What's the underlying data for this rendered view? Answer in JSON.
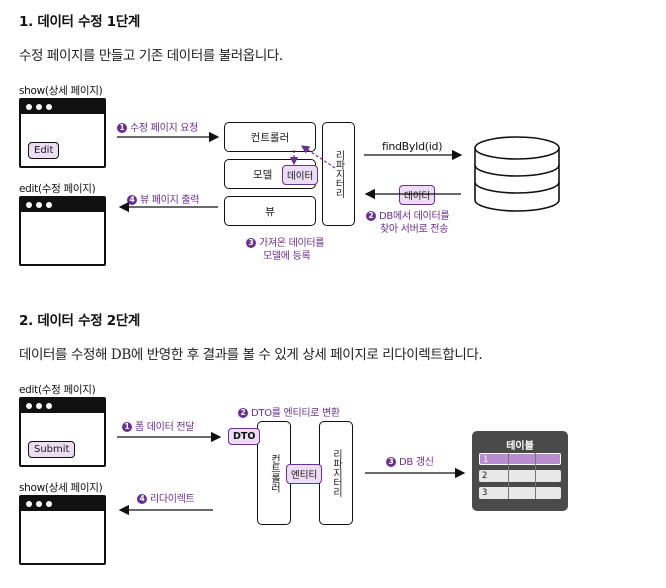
{
  "section1": {
    "title": "1. 데이터 수정 1단계",
    "desc": "수정 페이지를 만들고 기존 데이터를 불러옵니다.",
    "show_window_label": "show(상세 페이지)",
    "edit_button": "Edit",
    "edit_window_label": "edit(수정 페이지)",
    "step1": "수정 페이지 요청",
    "step4": "뷰 페이지 출력",
    "controller": "컨트롤러",
    "model": "모델",
    "view": "뷰",
    "repository": "리파지터리",
    "data_tag_model": "데이터",
    "data_tag_db": "데이터",
    "find_method": "findById(id)",
    "step2_line1": "DB에서 데이터를",
    "step2_line2": "찾아 서버로 전송",
    "step3_line1": "가져온 데이터를",
    "step3_line2": "모델에 등록",
    "num1": "1",
    "num2": "2",
    "num3": "3",
    "num4": "4"
  },
  "section2": {
    "title": "2. 데이터 수정 2단계",
    "desc": "데이터를 수정해 DB에 반영한 후 결과를 볼 수 있게 상세 페이지로 리다이렉트합니다.",
    "edit_window_label": "edit(수정 페이지)",
    "submit_button": "Submit",
    "show_window_label": "show(상세 페이지)",
    "step1": "폼 데이터 전달",
    "step2": "DTO를 엔티티로 변환",
    "step3": "DB 갱신",
    "step4": "리다이렉트",
    "dto": "DTO",
    "controller": "컨트롤러",
    "entity": "엔티티",
    "repository": "리파지터리",
    "table_title": "테이블",
    "rows": [
      "1",
      "2",
      "3"
    ],
    "num1": "1",
    "num2": "2",
    "num3": "3",
    "num4": "4"
  },
  "colors": {
    "accent": "#6b2f8f",
    "accent_light": "#ecdcf4",
    "dark": "#111111",
    "table_bg": "#4a4a4a"
  }
}
